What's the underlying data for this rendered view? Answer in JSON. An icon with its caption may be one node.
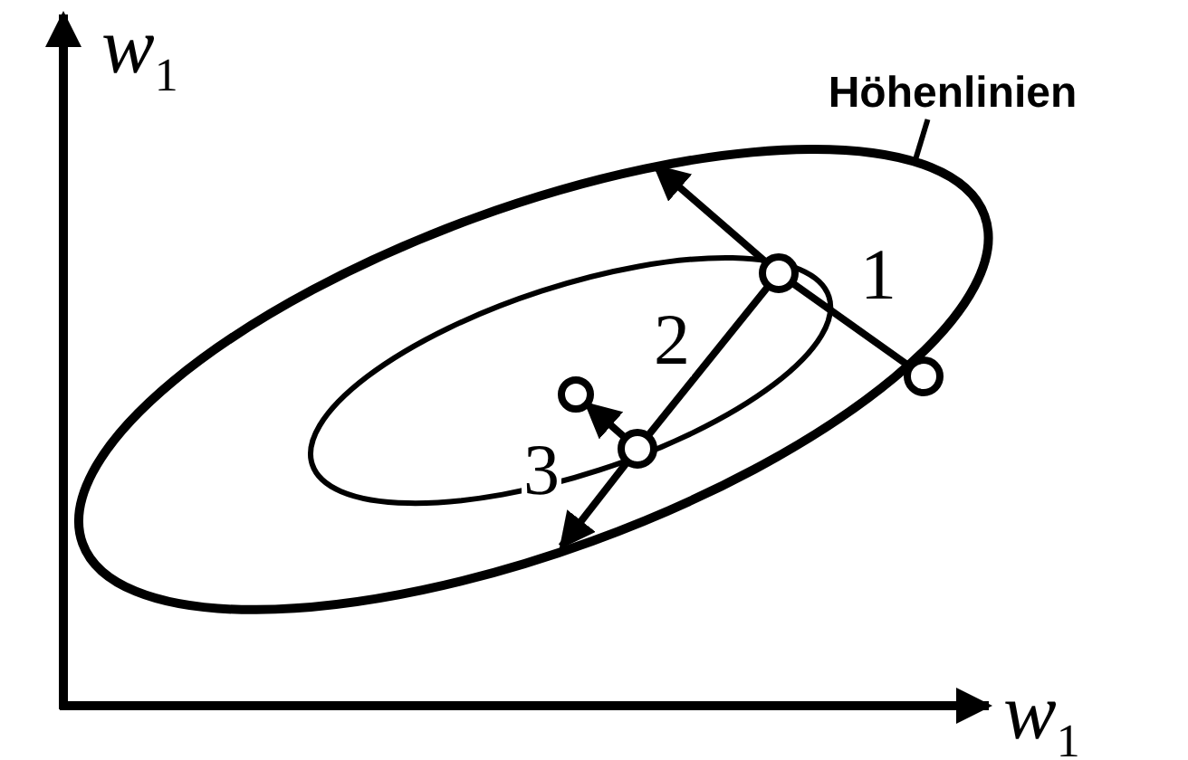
{
  "diagram": {
    "nodes": [
      {
        "text": [
          "Höhenlinien"
        ]
      },
      {
        "text": [],
        "shape": "ellipse"
      },
      {
        "text": [],
        "shape": "ellipse",
        "in": 1
      },
      {
        "text": [],
        "shape": "circle",
        "in": 1
      },
      {
        "text": [],
        "shape": "circle",
        "in": 2
      },
      {
        "text": [],
        "shape": "circle",
        "in": 2
      },
      {
        "text": [],
        "shape": "circle",
        "in": 2
      }
    ],
    "edges": [
      {
        "from": 0,
        "to": 1,
        "arrow": "none"
      },
      {
        "from": 3,
        "to": 4,
        "arrow": "none",
        "label": "1"
      },
      {
        "from": 4,
        "to": null,
        "arrow": "to"
      },
      {
        "from": 4,
        "to": 5,
        "arrow": "none",
        "label": "2"
      },
      {
        "from": 5,
        "to": null,
        "arrow": "to"
      },
      {
        "from": 5,
        "to": 6,
        "arrow": "to",
        "label": "3"
      }
    ],
    "labels": [
      "*w*$_{1}$",
      "*w*$_{1}$"
    ]
  }
}
